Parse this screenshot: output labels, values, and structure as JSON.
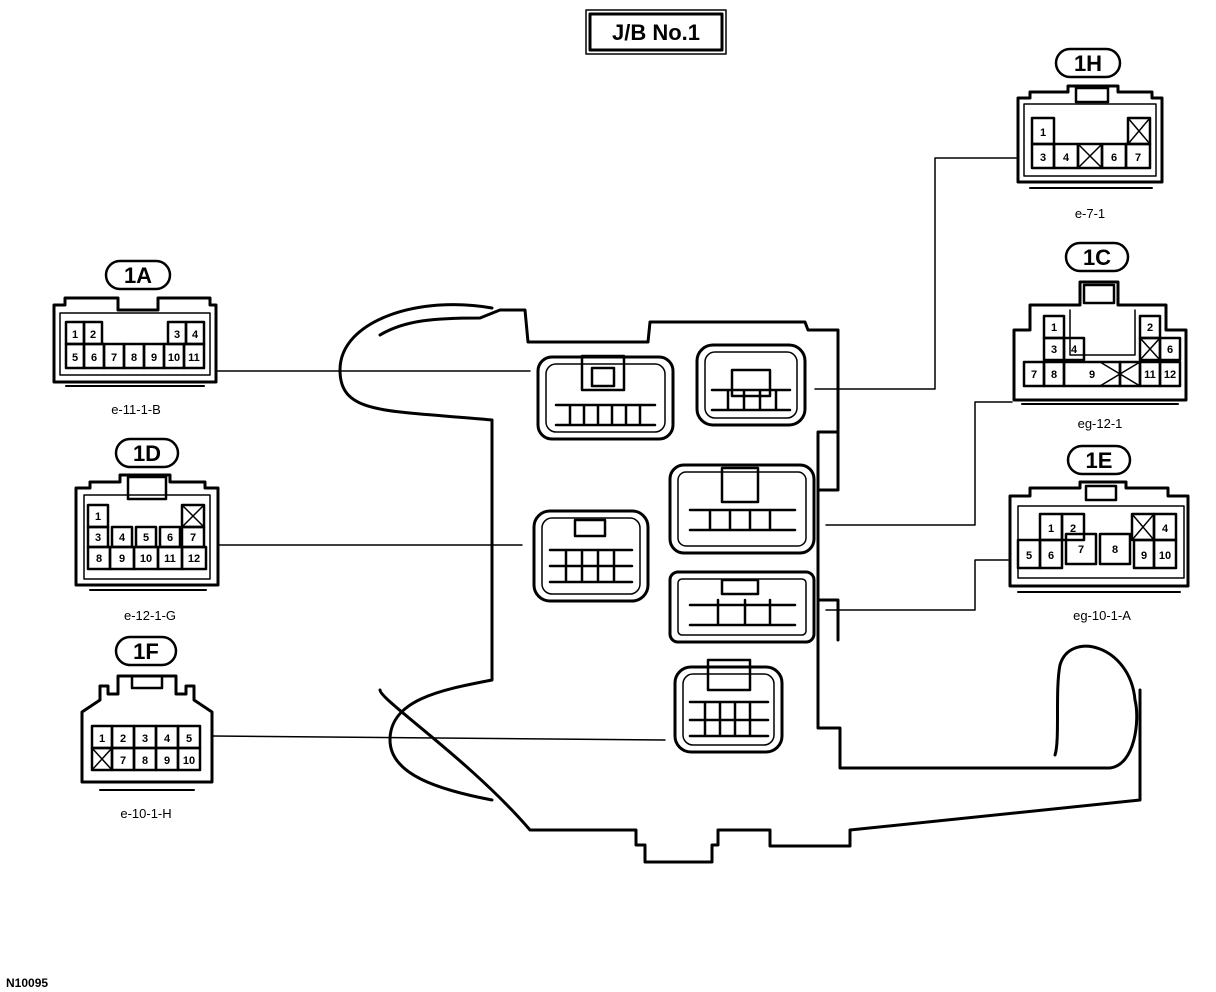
{
  "title": "J/B No.1",
  "figure_id": "N10095",
  "colors": {
    "ink": "#000000",
    "paper": "#ffffff"
  },
  "connectors": {
    "c1a": {
      "id": "1A",
      "code": "e-11-1-B",
      "row1": [
        "1",
        "2",
        "3",
        "4"
      ],
      "row2": [
        "5",
        "6",
        "7",
        "8",
        "9",
        "10",
        "11"
      ]
    },
    "c1d": {
      "id": "1D",
      "code": "e-12-1-G",
      "row1": [
        "1"
      ],
      "row2": [
        "3",
        "4",
        "5",
        "6",
        "7"
      ],
      "row3": [
        "8",
        "9",
        "10",
        "11",
        "12"
      ]
    },
    "c1f": {
      "id": "1F",
      "code": "e-10-1-H",
      "row1": [
        "1",
        "2",
        "3",
        "4",
        "5"
      ],
      "row2": [
        "7",
        "8",
        "9",
        "10"
      ]
    },
    "c1h": {
      "id": "1H",
      "code": "e-7-1",
      "row1": [
        "1"
      ],
      "row2": [
        "3",
        "4",
        "6",
        "7"
      ]
    },
    "c1c": {
      "id": "1C",
      "code": "eg-12-1",
      "row1": [
        "1",
        "2"
      ],
      "row2": [
        "3",
        "4",
        "6"
      ],
      "row3": [
        "7",
        "8",
        "9",
        "11",
        "12"
      ]
    },
    "c1e": {
      "id": "1E",
      "code": "eg-10-1-A",
      "row1": [
        "1",
        "2",
        "4"
      ],
      "row2": [
        "5",
        "6",
        "7",
        "8",
        "9",
        "10"
      ]
    }
  }
}
